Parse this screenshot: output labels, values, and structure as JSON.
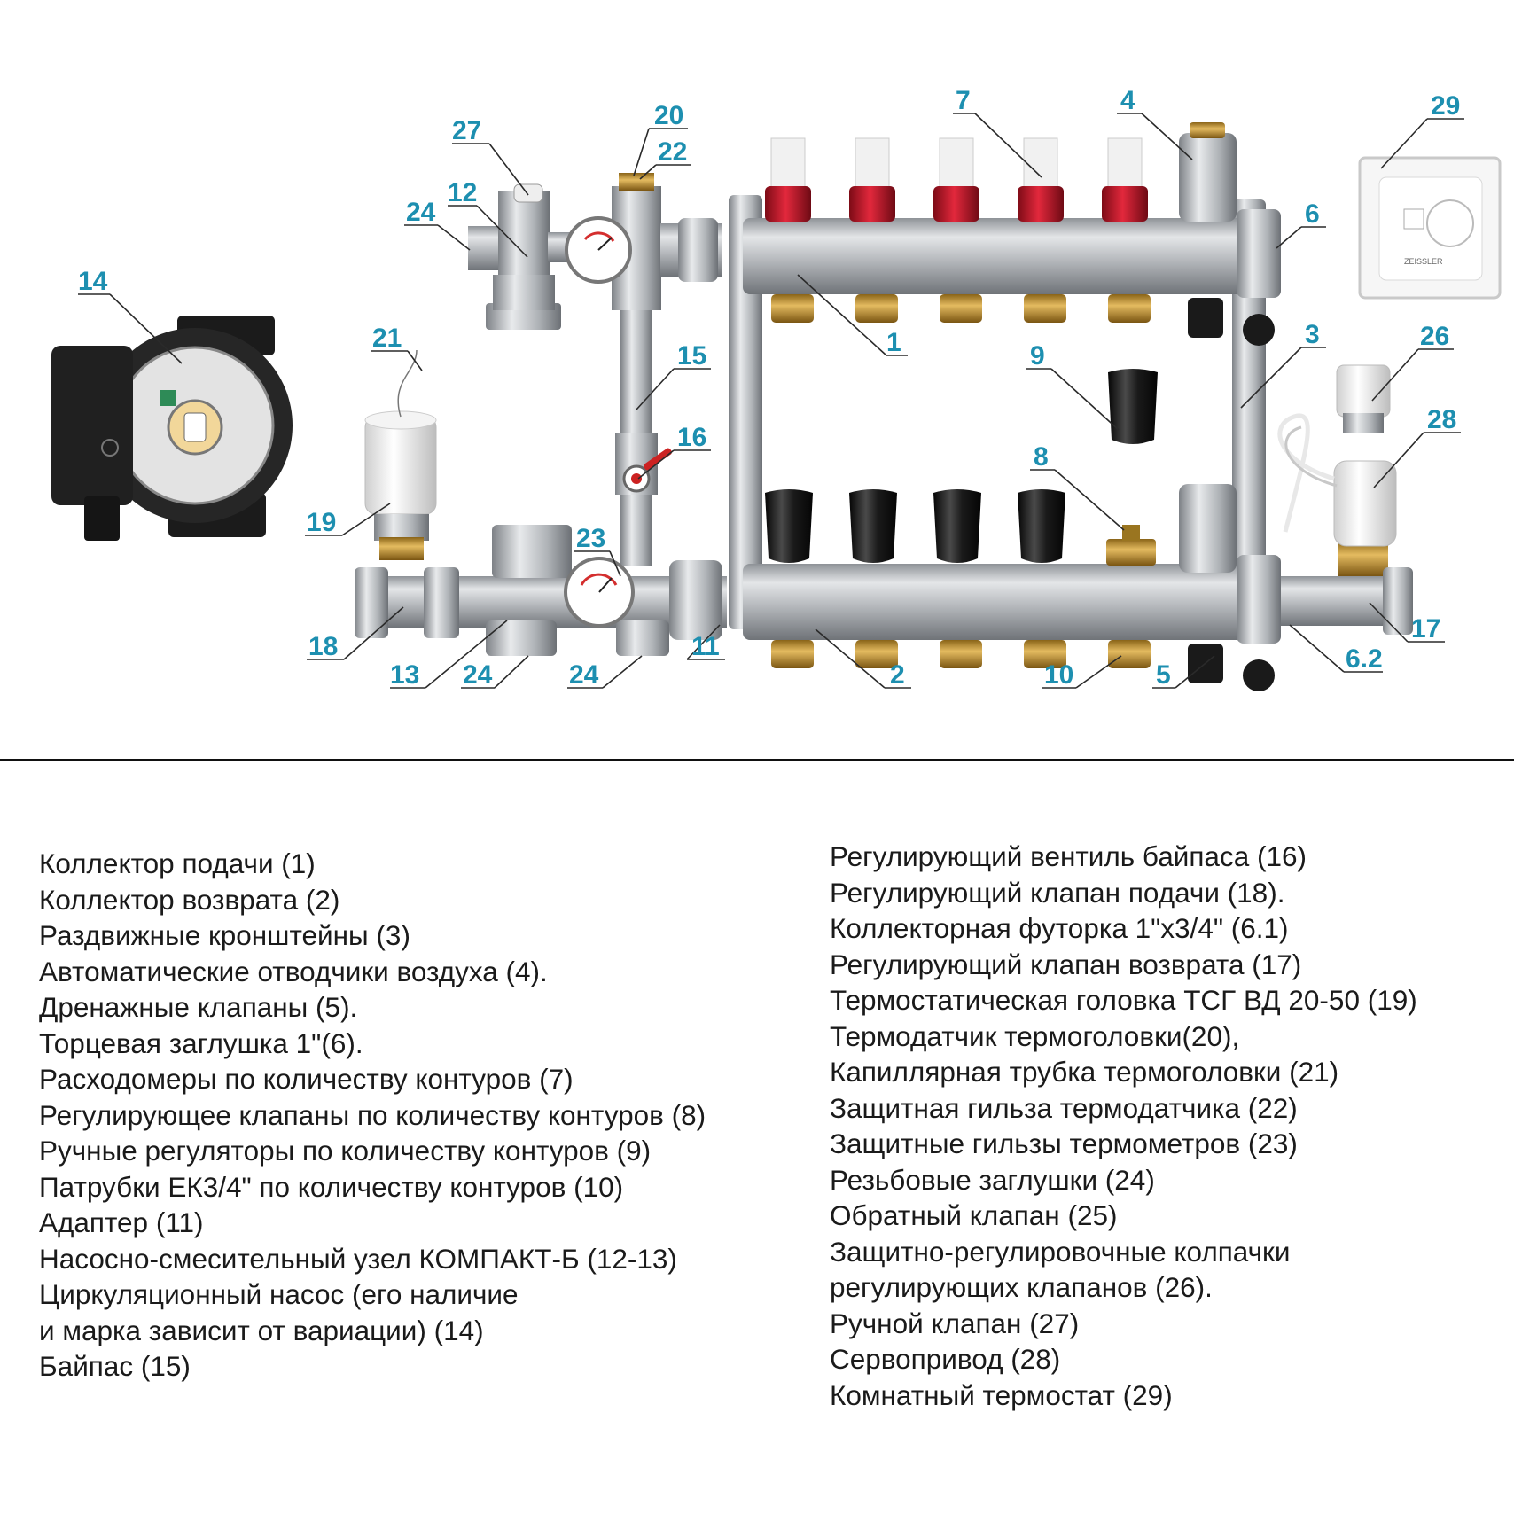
{
  "callouts": [
    {
      "id": "c1",
      "text": "1"
    },
    {
      "id": "c2",
      "text": "2"
    },
    {
      "id": "c3",
      "text": "3"
    },
    {
      "id": "c4",
      "text": "4"
    },
    {
      "id": "c5",
      "text": "5"
    },
    {
      "id": "c6",
      "text": "6"
    },
    {
      "id": "c6_2",
      "text": "6.2"
    },
    {
      "id": "c7",
      "text": "7"
    },
    {
      "id": "c8",
      "text": "8"
    },
    {
      "id": "c9",
      "text": "9"
    },
    {
      "id": "c10",
      "text": "10"
    },
    {
      "id": "c11",
      "text": "11"
    },
    {
      "id": "c12",
      "text": "12"
    },
    {
      "id": "c13",
      "text": "13"
    },
    {
      "id": "c14",
      "text": "14"
    },
    {
      "id": "c15",
      "text": "15"
    },
    {
      "id": "c16",
      "text": "16"
    },
    {
      "id": "c17",
      "text": "17"
    },
    {
      "id": "c18",
      "text": "18"
    },
    {
      "id": "c19",
      "text": "19"
    },
    {
      "id": "c20",
      "text": "20"
    },
    {
      "id": "c21",
      "text": "21"
    },
    {
      "id": "c22",
      "text": "22"
    },
    {
      "id": "c23",
      "text": "23"
    },
    {
      "id": "c24a",
      "text": "24"
    },
    {
      "id": "c24b",
      "text": "24"
    },
    {
      "id": "c24c",
      "text": "24"
    },
    {
      "id": "c26",
      "text": "26"
    },
    {
      "id": "c27",
      "text": "27"
    },
    {
      "id": "c28",
      "text": "28"
    },
    {
      "id": "c29",
      "text": "29"
    }
  ],
  "product_labels": {
    "thermostat_brand": "ZEISSLER"
  },
  "legend_left": [
    "Коллектор подачи (1)",
    "Коллектор возврата (2)",
    "Раздвижные кронштейны (3)",
    "Автоматические отводчики воздуха (4).",
    "Дренажные клапаны (5).",
    "Торцевая заглушка 1\"(6).",
    "Расходомеры по количеству контуров (7)",
    "Регулирующее клапаны по количеству контуров (8)",
    "Ручные регуляторы по количеству контуров (9)",
    "Патрубки ЕК3/4\" по количеству контуров (10)",
    "Адаптер (11)",
    "Насосно-смесительный узел КОМПАКТ-Б (12-13)",
    "Циркуляционный насос (его наличие",
    "и марка зависит от вариации) (14)",
    "Байпас (15)"
  ],
  "legend_right": [
    "Регулирующий вентиль байпаса (16)",
    "Регулирующий клапан подачи (18).",
    "Коллекторная футорка 1\"х3/4\" (6.1)",
    "Регулирующий клапан возврата (17)",
    "Термостатическая головка ТСГ ВД 20-50  (19)",
    "Термодатчик термоголовки(20),",
    "Капиллярная трубка термоголовки (21)",
    "Защитная  гильза термодатчика (22)",
    "Защитные гильзы термометров (23)",
    "Резьбовые заглушки (24)",
    "Обратный клапан (25)",
    "Защитно-регулировочные колпачки",
    "регулирующих клапанов (26).",
    "Ручной клапан (27)",
    "Сервопривод (28)",
    "Комнатный термостат (29)"
  ],
  "colors": {
    "callout": "#1d8fb0",
    "steel": "#b9bcc0",
    "brass": "#c8962e",
    "flowmeter_red": "#c0162a",
    "knob_black": "#1b1b1b"
  }
}
